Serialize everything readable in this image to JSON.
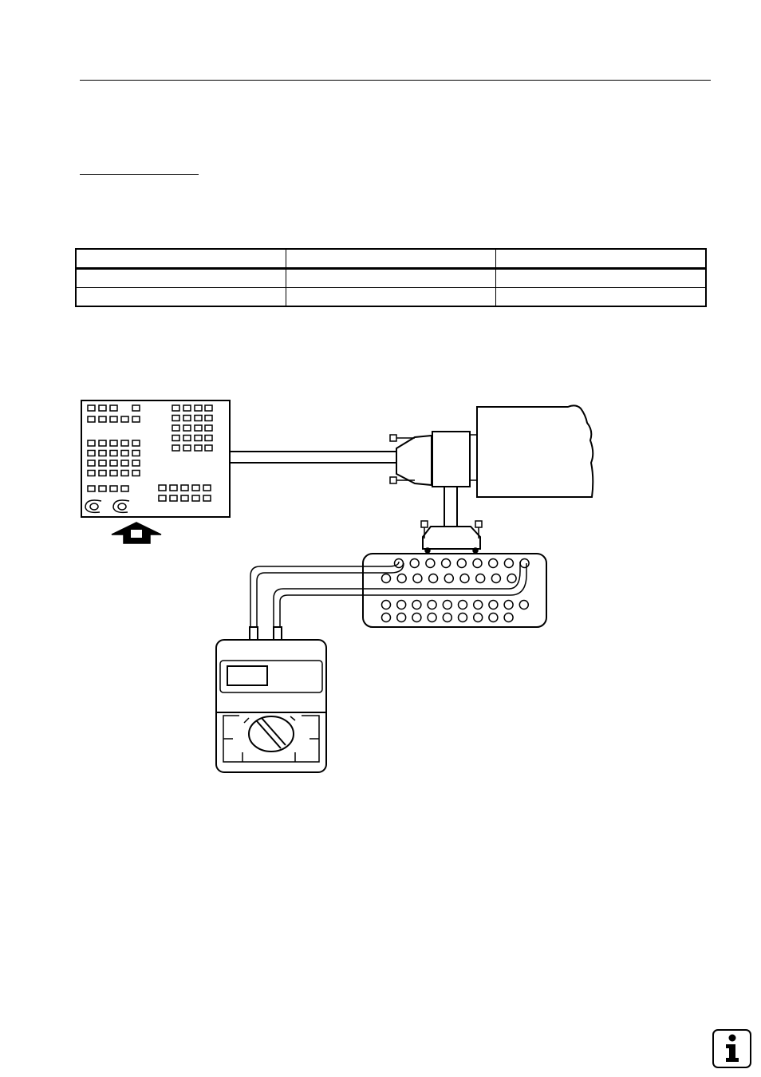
{
  "page": {
    "section_heading": "",
    "table": {
      "rows": [
        [
          "",
          "",
          ""
        ],
        [
          "",
          "",
          ""
        ],
        [
          "",
          "",
          ""
        ]
      ]
    }
  },
  "diagram": {
    "components": [
      "keypad-panel",
      "cable-connector",
      "machine-unit",
      "breakout-box",
      "multimeter"
    ]
  },
  "info_button": {
    "icon": "info-icon",
    "label": "i"
  },
  "colors": {
    "ink": "#000000",
    "paper": "#ffffff"
  }
}
